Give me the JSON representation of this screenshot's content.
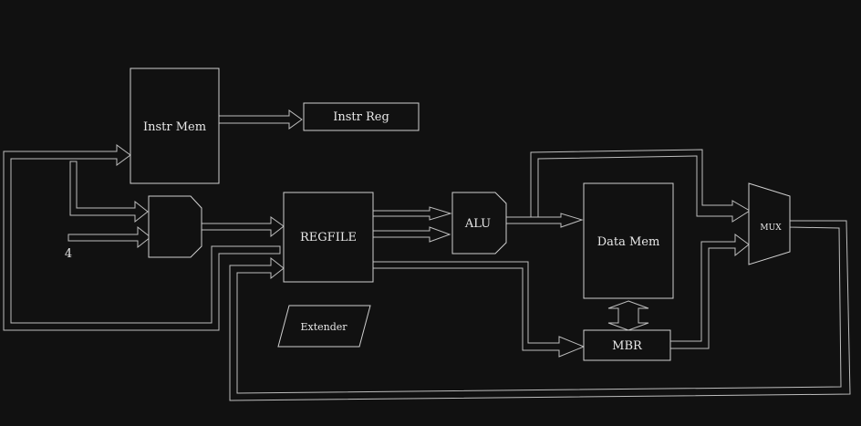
{
  "colors": {
    "background": "#111111",
    "stroke": "#cfcfcf",
    "text": "#e8e8e8"
  },
  "blocks": {
    "instr_mem": "Instr Mem",
    "instr_reg": "Instr Reg",
    "regfile": "REGFILE",
    "alu": "ALU",
    "data_mem": "Data Mem",
    "mux": "MUX",
    "mbr": "MBR",
    "extender": "Extender"
  },
  "constants": {
    "pc_increment": "4"
  }
}
